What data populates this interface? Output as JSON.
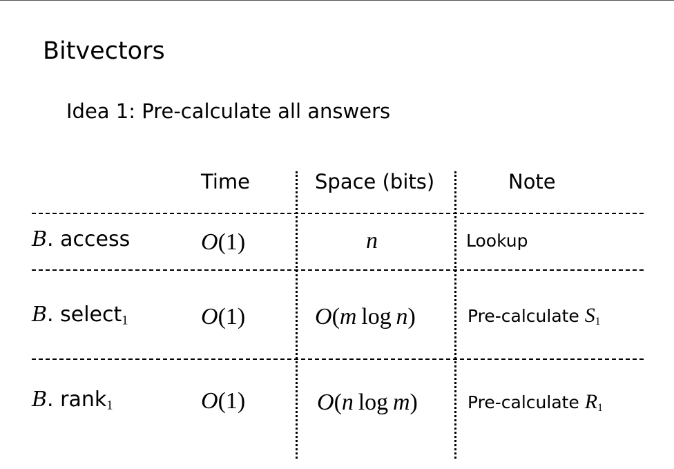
{
  "slide": {
    "title": "Bitvectors",
    "subtitle": "Idea 1: Pre-calculate all answers"
  },
  "table": {
    "headers": {
      "time": "Time",
      "space": "Space (bits)",
      "note": "Note"
    },
    "rows": [
      {
        "label_var": "B",
        "label_op": ". access",
        "label_sub": "",
        "time": {
          "fn": "O",
          "arg": "(1)"
        },
        "space": {
          "text": "n"
        },
        "note": {
          "text": "Lookup",
          "var": "",
          "sub": ""
        }
      },
      {
        "label_var": "B",
        "label_op": ". select",
        "label_sub": "1",
        "time": {
          "fn": "O",
          "arg": "(1)"
        },
        "space": {
          "fn": "O",
          "open": "(",
          "a": "m",
          "log": "log",
          "b": "n",
          "close": ")"
        },
        "note": {
          "text": "Pre-calculate ",
          "var": "S",
          "sub": "1"
        }
      },
      {
        "label_var": "B",
        "label_op": ". rank",
        "label_sub": "1",
        "time": {
          "fn": "O",
          "arg": "(1)"
        },
        "space": {
          "fn": "O",
          "open": "(",
          "a": "n",
          "log": "log",
          "b": "m",
          "close": ")"
        },
        "note": {
          "text": "Pre-calculate ",
          "var": "R",
          "sub": "1"
        }
      }
    ]
  }
}
